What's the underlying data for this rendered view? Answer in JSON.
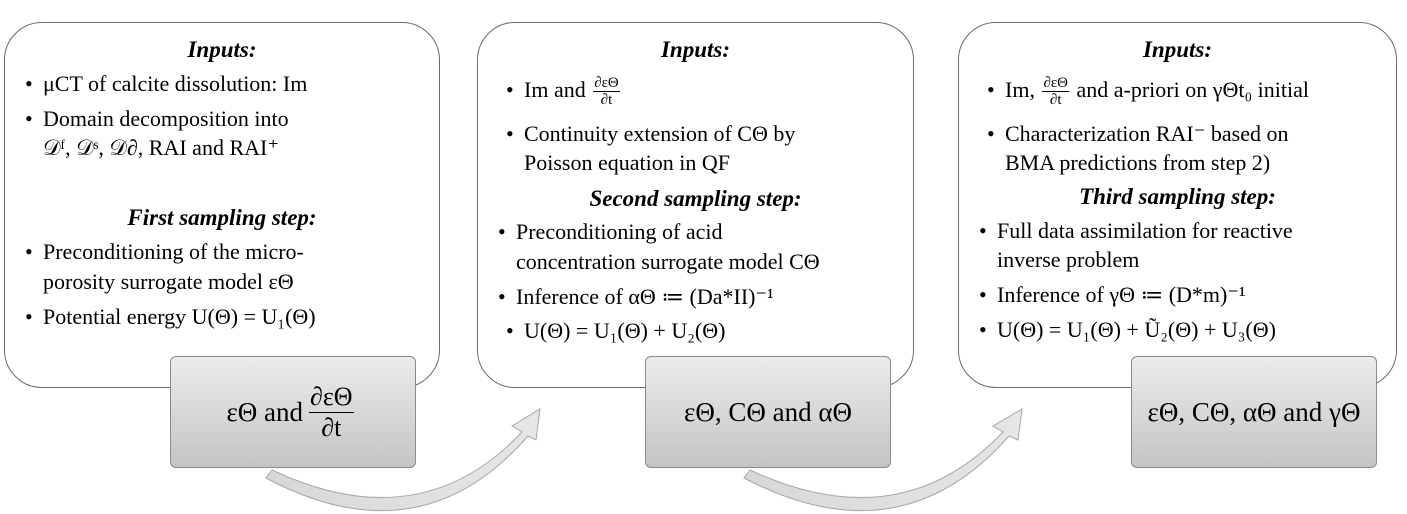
{
  "step1": {
    "inputs_title": "Inputs:",
    "item1": "μCT of calcite dissolution: Im",
    "item2a": "Domain decomposition into",
    "item2b": "𝒟ᶠ, 𝒟ˢ, 𝒟∂, RAI and RAI⁺",
    "step_title": "First sampling step:",
    "item3a": "Preconditioning of the micro-",
    "item3b": "porosity surrogate model εΘ",
    "item4": "Potential energy U(Θ) =  U₁(Θ)",
    "output_a": "εΘ and",
    "output_num": "∂εΘ",
    "output_den": "∂t"
  },
  "step2": {
    "inputs_title": "Inputs:",
    "item1_pre": "Im and",
    "item1_num": "∂εΘ",
    "item1_den": "∂t",
    "item2a": "Continuity extension of CΘ by",
    "item2b": "Poisson equation in QF",
    "step_title": "Second sampling step:",
    "item3a": "Preconditioning of acid",
    "item3b": "concentration surrogate model CΘ",
    "item4": "Inference of αΘ ≔ (Da*II)⁻¹",
    "item5": "U(Θ) =  U₁(Θ) + U₂(Θ)",
    "output": "εΘ, CΘ and αΘ"
  },
  "step3": {
    "inputs_title": "Inputs:",
    "item1_pre": "Im,",
    "item1_num": "∂εΘ",
    "item1_den": "∂t",
    "item1_post": "and a-priori on γΘt₀ initial",
    "item2a": "Characterization RAI⁻ based on",
    "item2b": "BMA predictions from step 2)",
    "step_title": "Third sampling step:",
    "item3a": "Full data assimilation for reactive",
    "item3b": "inverse problem",
    "item4": "Inference of γΘ ≔ (D*m)⁻¹",
    "item5": "U(Θ) = U₁(Θ) + Ũ₂(Θ) + U₃(Θ)",
    "output": "εΘ, CΘ, αΘ and γΘ"
  }
}
